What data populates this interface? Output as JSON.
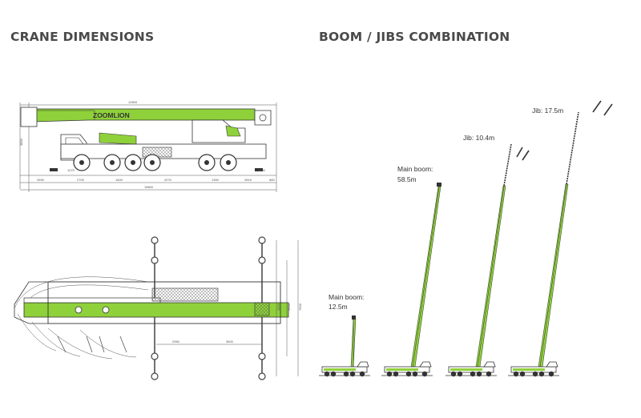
{
  "headings": {
    "dimensions": "CRANE DIMENSIONS",
    "boom": "BOOM / JIBS COMBINATION"
  },
  "colors": {
    "accent": "#8fd13a",
    "line": "#444444",
    "text": "#333333"
  },
  "side_view": {
    "brand_text": "ZOOMLION",
    "dims": {
      "length": "12800",
      "overall": "15800",
      "height": "3800",
      "segments": [
        "2690",
        "2700",
        "1600",
        "4270",
        "1350",
        "2815",
        "680"
      ],
      "left_small": "1070",
      "right_small": "1200"
    }
  },
  "top_view": {
    "dims": {
      "a": "2960",
      "b": "3600",
      "w1": "2800",
      "w2": "3350",
      "w3": "7600"
    }
  },
  "configs": [
    {
      "lines": [
        "Main boom:",
        "12.5m"
      ]
    },
    {
      "lines": [
        "Main boom:",
        "58.5m"
      ]
    },
    {
      "lines": [
        "Jib: 10.4m"
      ]
    },
    {
      "lines": [
        "Jib: 17.5m"
      ]
    }
  ]
}
